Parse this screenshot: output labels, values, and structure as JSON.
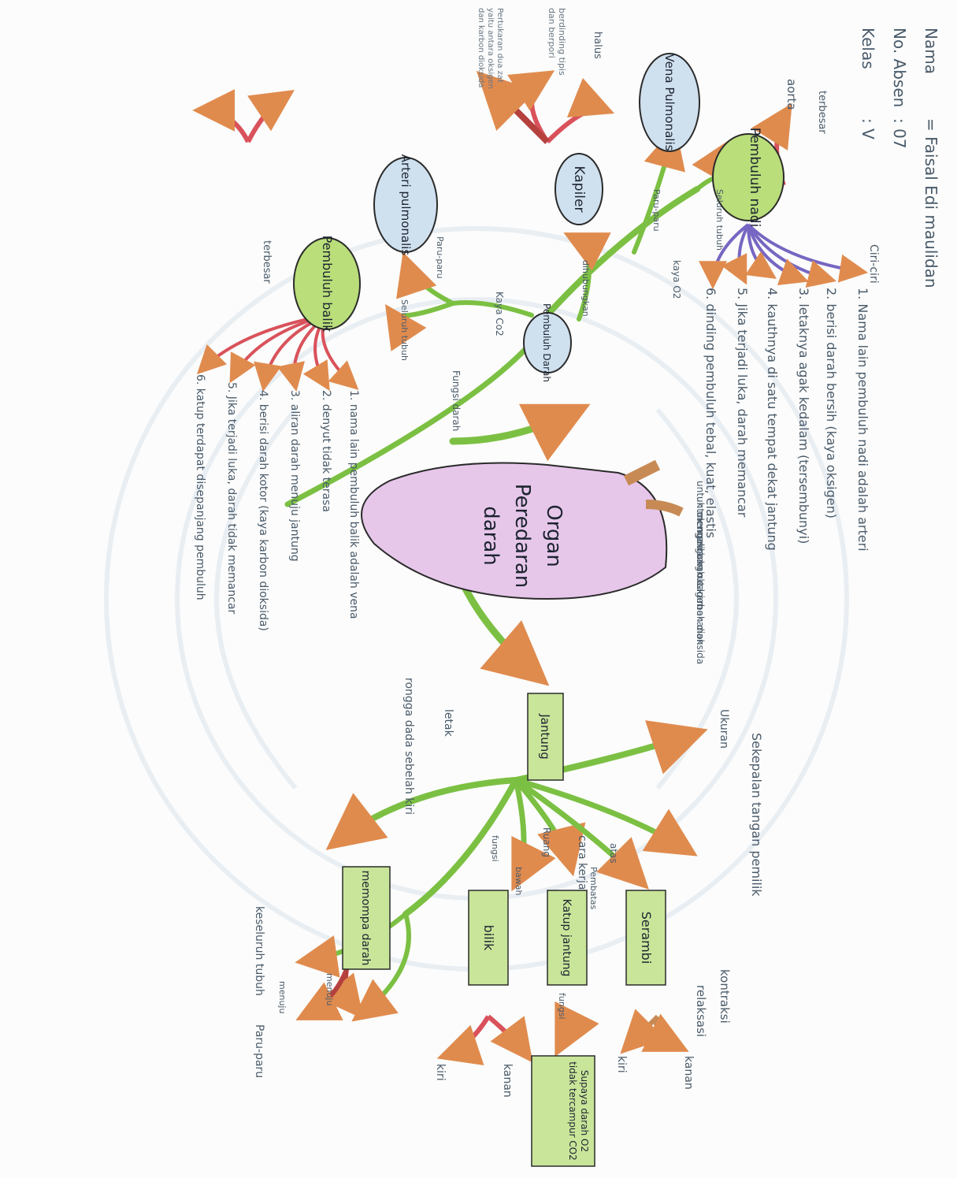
{
  "header": {
    "name_label": "Nama",
    "name_value": "= Faisal Edi maulidan",
    "absen_label": "No. Absen",
    "absen_value": ": 07",
    "kelas_label": "Kelas",
    "kelas_value": ": V"
  },
  "center": {
    "line1": "Organ",
    "line2": "Peredaran",
    "line3": "darah"
  },
  "pembuluh_darah": {
    "label": "Pembuluh Darah",
    "edge_kaya_o2": "kaya O2",
    "edge_kaya_co2": "Kaya Co2",
    "edge_dihubungkan": "dihubungkan",
    "edge_seluruh_tubuh_top": "Seluruh tubuh",
    "edge_paru_paru_top": "Paru-paru",
    "edge_paru_paru_low": "Paru-paru",
    "edge_seluruh_tubuh_low": "Seluruh tubuh",
    "fungsi_label": "Fungsi darah",
    "fungsi_items": [
      "untuk mengalirkan oksigen",
      "untuk mengangkut karbon dioksida",
      "mengedarkan sari makanan"
    ]
  },
  "pembuluh_nadi": {
    "label": "Pembuluh nadi",
    "terbesar_label": "terbesar",
    "aorta": "aorta",
    "ciri_label": "Ciri-ciri",
    "items": [
      "1. Nama lain pembuluh nadi adalah arteri",
      "2. berisi darah bersih (kaya oksigen)",
      "3. letaknya agak kedalam (tersembunyi)",
      "4. kauthnya di satu tempat dekat jantung",
      "5. Jika terjadi luka, darah memancar",
      "6. dinding pembuluh tebal, kuat, elastis"
    ]
  },
  "vena_pulmonalis": {
    "label": "Vena Pulmonalis"
  },
  "kapiler": {
    "label": "Kapiler",
    "halus": "halus",
    "tipis": "berdinding tipis dan berpori",
    "pertukaran": "Pertukaran dua zat yaitu antara oksigen dan karbon dioksida"
  },
  "arteri_pulmonalis": {
    "label": "Arteri pulmonalis"
  },
  "pembuluh_balik": {
    "label": "Pembuluh balik",
    "terbesar_label": "terbesar",
    "items": [
      "1. nama lain pembuluh balik adalah vena",
      "2. denyut tidak terasa",
      "3. aliran darah menuju jantung",
      "4. berisi darah kotor (kaya karbon dioksida)",
      "5. Jika terjadi luka, darah tidak memancar",
      "6. katup terdapat disepanjang pembuluh"
    ]
  },
  "jantung": {
    "label": "Jantung",
    "letak_edge": "letak",
    "letak_value": "rongga dada sebelah kiri",
    "ukuran_edge": "Ukuran",
    "ukuran_value": "Sekepalan tangan pemilik",
    "cara_kerja_edge": "cara kerja",
    "kontraksi": "kontraksi",
    "relaksasi": "relaksasi",
    "ruang_edge": "Ruang",
    "atas_edge": "atas",
    "serambi": "Serambi",
    "serambi_kanan": "kanan",
    "serambi_kiri": "kiri",
    "pembatas_edge": "Pembatas",
    "katup_jantung": "Katup jantung",
    "fungsi_edge": "fungsi",
    "fungsi_value": "Supaya darah O2 tidak tercampur CO2",
    "bawah_edge": "bawah",
    "bilik": "bilik",
    "bilik_kanan": "kanan",
    "bilik_kiri": "kiri",
    "fungsi2_edge": "fungsi",
    "memompa": "memompa darah",
    "menuju1": "menuju",
    "menuju2": "menuju",
    "seluruh_tubuh": "keseluruh tubuh",
    "paru_paru": "Paru-paru"
  },
  "colors": {
    "green_node": "#b9de7a",
    "blue_node": "#cfe0ef",
    "pink_heart": "#e6c7ea",
    "green_branch": "#7cc043",
    "purple_branch": "#7766c2",
    "red_branch": "#d9525b",
    "orange_arrow": "#e08b4e",
    "brown_branch": "#c88a55"
  }
}
